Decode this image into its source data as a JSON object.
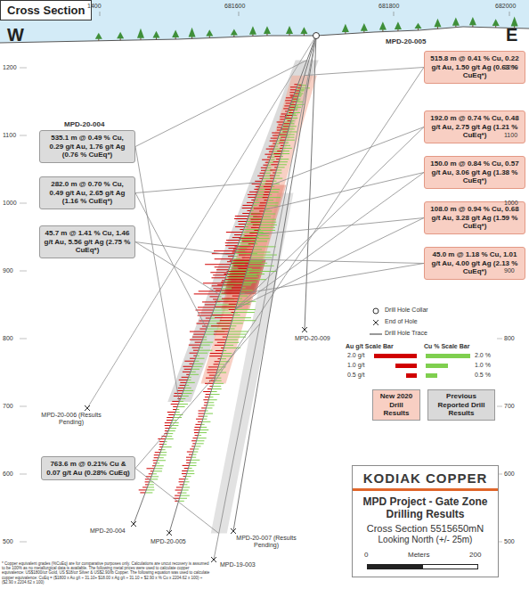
{
  "diagram": {
    "title": "Cross Section",
    "nodes": [
      {
        "text": [
          "515.8 m @ 0.41 % Cu, 0.22 g/t Au, 1.50 g/t Ag (0.63 % CuEq*)"
        ]
      },
      {
        "text": [
          "192.0 m @ 0.74 % Cu, 0.48 g/t Au, 2.75 g/t Ag (1.21 % CuEq*)"
        ]
      },
      {
        "text": [
          "150.0 m @ 0.84 % Cu, 0.57 g/t Au, 3.06 g/t Ag (1.38 % CuEq*)"
        ]
      },
      {
        "text": [
          "108.0 m @ 0.94 % Cu, 0.68 g/t Au, 3.28 g/t Ag (1.59 % CuEq*)"
        ]
      },
      {
        "text": [
          "45.0 m @ 1.18 % Cu, 1.01 g/t Au, 4.00 g/t Ag (2.13 % CuEq*)"
        ]
      },
      {
        "text": [
          "535.1 m @ 0.49 % Cu, 0.29 g/t Au, 1.76 g/t Ag (0.76 % CuEq*)"
        ]
      },
      {
        "text": [
          "282.0 m @ 0.70 % Cu, 0.49 g/t Au, 2.65 g/t Ag (1.16 % CuEq*)"
        ]
      },
      {
        "text": [
          "45.7 m @ 1.41 % Cu, 1.46 g/t Au, 5.56 g/t Ag (2.75 % CuEq*)"
        ]
      },
      {
        "text": [
          "763.6 m @ 0.21% Cu & 0.07 g/t Au (0.28% CuEq)"
        ]
      },
      {
        "text": [
          "KODIAK COPPER",
          "MPD Project - Gate Zone Drilling Results",
          "Cross Section 5515650mN",
          "Looking North (+/- 25m)"
        ]
      }
    ],
    "labels": [
      "1400",
      "681600",
      "681800",
      "682000",
      "W",
      "E",
      "1200",
      "1100",
      "1000",
      "900",
      "800",
      "700",
      "600",
      "500",
      "1200",
      "1100",
      "1000",
      "900",
      "800",
      "700",
      "600",
      "500",
      "MPD-20-005",
      "MPD-20-004",
      "MPD-20-009",
      "MPD-20-006 (Results Pending)",
      "MPD-20-004",
      "MPD-20-005",
      "MPD-20-007 (Results Pending)",
      "MPD-19-003",
      "Au g/t Scale Bar",
      "2.0 g/t",
      "1.0 g/t",
      "0.5 g/t",
      "Cu % Scale Bar",
      "2.0 %",
      "1.0 %",
      "0.5 %",
      "0",
      "Meters",
      "200",
      "* Copper equivalent grades (%CuEq) are for comparative purposes only. Calculations are uncut recovery is assumed to be 100% as no metallurgical data is available. The following metal prices were used to calculate copper equivalence: US$1800/oz Gold, US $18/oz Silver & US$2.90/lb Copper. The following equation was used to calculate copper equivalence: CuEq = ($1800 x Au g/t ÷ 31.10+ $18.00 x Ag g/t ÷ 31.10 + $2.90 x % Cu x 2204.62 x 100) ÷ ($2.90 x 2204.62 x 100)"
    ],
    "legend": [
      {
        "text": "New 2020 Drill Results",
        "color": "#f8cfc3"
      },
      {
        "text": "Previous Reported Drill Results",
        "color": "#d9d9d9"
      },
      {
        "text": "Drill Hole Collar"
      },
      {
        "text": "End of Hole"
      },
      {
        "text": "Drill Hole Trace"
      }
    ]
  }
}
